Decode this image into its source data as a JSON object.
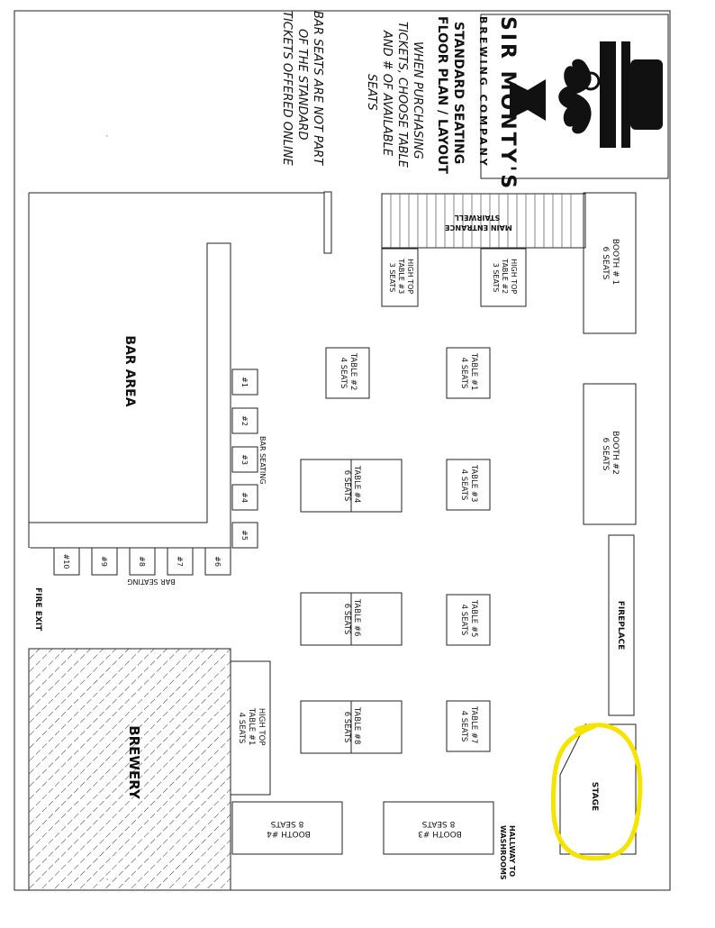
{
  "brand": {
    "name": "SIR MONTY'S",
    "subtitle": "BREWING COMPANY"
  },
  "header": {
    "title_line1": "STANDARD SEATING",
    "title_line2": "FLOOR PLAN / LAYOUT",
    "note1": [
      "WHEN PURCHASING",
      "TICKETS, CHOOSE TABLE",
      "AND # OF AVAILABLE",
      "SEATS"
    ],
    "note2": [
      "BAR SEATS ARE NOT PART",
      "OF THE STANDARD",
      "TICKETS OFFERED ONLINE"
    ]
  },
  "areas": {
    "stairwell": [
      "MAIN ENTRANCE",
      "STAIRWELL"
    ],
    "bar_area": "BAR AREA",
    "brewery": "BREWERY",
    "fireplace": "FIREPLACE",
    "stage": "STAGE",
    "fire_exit": "FIRE EXIT",
    "hallway": [
      "HALLWAY TO",
      "WASHROOMS"
    ],
    "bar_seating_label": "BAR SEATING"
  },
  "booths": {
    "b1": [
      "BOOTH # 1",
      "6 SEATS"
    ],
    "b2": [
      "BOOTH #2",
      "6 SEATS"
    ],
    "b3": [
      "BOOTH #3",
      "8 SEATS"
    ],
    "b4": [
      "BOOTH #4",
      "8 SEATS"
    ]
  },
  "high_tops": {
    "h1": [
      "HIGH TOP",
      "TABLE #1",
      "4 SEATS"
    ],
    "h2": [
      "HIGH TOP",
      "TABLE #2",
      "3 SEATS"
    ],
    "h3": [
      "HIGH TOP",
      "TABLE #3",
      "3 SEATS"
    ]
  },
  "tables": {
    "t1": [
      "TABLE #1",
      "4 SEATS"
    ],
    "t2": [
      "TABLE #2",
      "4 SEATS"
    ],
    "t3": [
      "TABLE #3",
      "4 SEATS"
    ],
    "t4": [
      "TABLE #4",
      "6 SEATS"
    ],
    "t5": [
      "TABLE #5",
      "4 SEATS"
    ],
    "t6": [
      "TABLE #6",
      "6 SEATS"
    ],
    "t7": [
      "TABLE #7",
      "4 SEATS"
    ],
    "t8": [
      "TABLE #8",
      "6 SEATS"
    ]
  },
  "bar_seats": [
    "#1",
    "#2",
    "#3",
    "#4",
    "#5",
    "#6",
    "#7",
    "#8",
    "#9",
    "#10"
  ],
  "colors": {
    "line": "#222222",
    "highlight": "#f5e400"
  }
}
